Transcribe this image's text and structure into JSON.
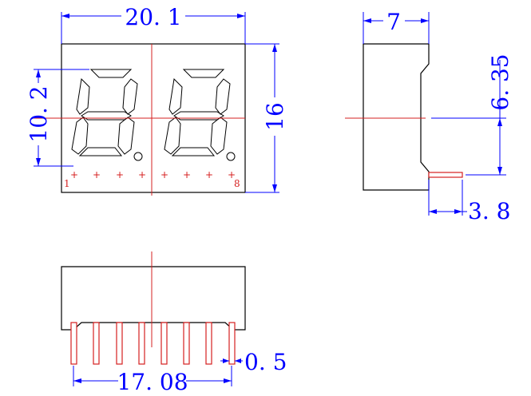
{
  "dimensions": {
    "width": "20. 1",
    "digit_height": "10. 2",
    "height": "16",
    "depth": "7",
    "pin_offset": "6. 35",
    "pin_length": "3. 8",
    "pin_span": "17. 08",
    "pin_width": "0. 5"
  },
  "pins": {
    "first_label": "1",
    "last_label": "8",
    "count": 8
  },
  "colors": {
    "outline": "#000000",
    "centerline": "#d62020",
    "dimension": "#0000ff"
  }
}
